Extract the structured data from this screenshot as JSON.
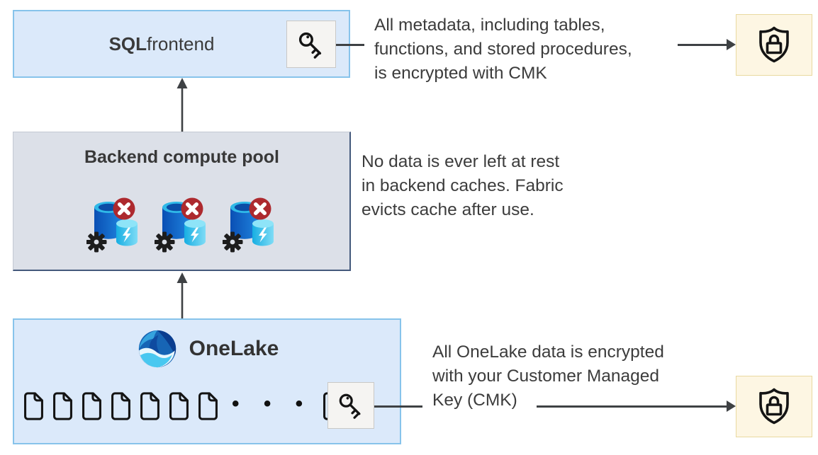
{
  "sql_frontend": {
    "title_bold": "SQL",
    "title_rest": " frontend"
  },
  "backend_pool": {
    "title": "Backend compute pool"
  },
  "onelake": {
    "title": "OneLake",
    "ellipsis": "• • •"
  },
  "annotations": {
    "metadata": {
      "lines": [
        "All metadata, including tables,",
        "functions, and stored procedures,",
        "is encrypted with CMK"
      ]
    },
    "cache": {
      "lines": [
        "No data is ever left at rest",
        "in backend caches. Fabric",
        "evicts cache after use."
      ]
    },
    "onelake_data": {
      "lines": [
        "All OneLake data is encrypted",
        "with your Customer Managed",
        "Key (CMK)"
      ]
    }
  },
  "icons": {
    "key": "key-icon",
    "shield_lock": "shield-lock-icon",
    "cache_evicted": "cache-evicted-icon",
    "deny_badge": "deny-x-badge-icon",
    "gear": "gear-icon",
    "lightning": "lightning-icon",
    "document": "document-icon",
    "onelake_logo": "onelake-logo"
  },
  "colors": {
    "box_blue_fill": "#dbe9fa",
    "box_blue_border": "#87c3eb",
    "box_gray_fill": "#dce0e8",
    "box_gray_edge": "#44597c",
    "chip_fill": "#f5f4f2",
    "shield_chip_fill": "#fdf6e3",
    "shield_chip_border": "#e9d9a0",
    "arrow": "#3e4144",
    "text": "#3c3c3c",
    "badge_red": "#ad292e",
    "cylinder_blue": "#0d5ac4",
    "cylinder_cyan": "#2bb7e6"
  }
}
